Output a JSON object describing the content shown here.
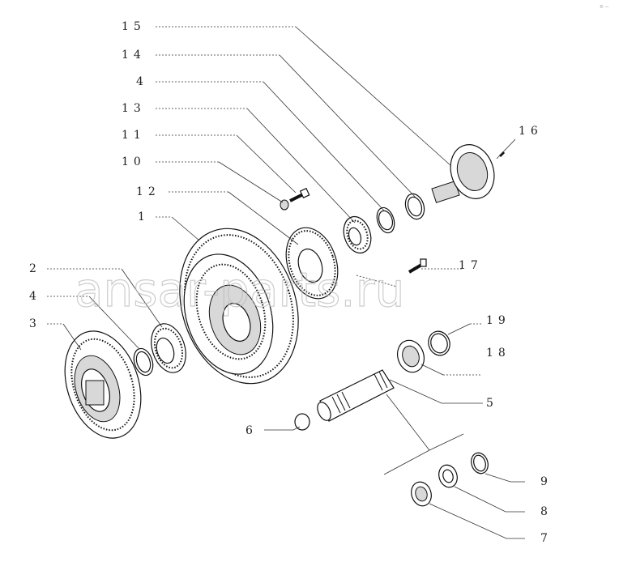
{
  "corner_mark": "© —",
  "watermark": "ansar-parts.ru",
  "callouts": [
    {
      "id": "c15",
      "text": "15"
    },
    {
      "id": "c14",
      "text": "14"
    },
    {
      "id": "c4a",
      "text": "4"
    },
    {
      "id": "c13",
      "text": "13"
    },
    {
      "id": "c11",
      "text": "11"
    },
    {
      "id": "c10",
      "text": "10"
    },
    {
      "id": "c12",
      "text": "12"
    },
    {
      "id": "c1",
      "text": "1"
    },
    {
      "id": "c2",
      "text": "2"
    },
    {
      "id": "c4b",
      "text": "4"
    },
    {
      "id": "c3",
      "text": "3"
    },
    {
      "id": "c16",
      "text": "16"
    },
    {
      "id": "c17",
      "text": "17"
    },
    {
      "id": "c19",
      "text": "19"
    },
    {
      "id": "c18",
      "text": "18"
    },
    {
      "id": "c5",
      "text": "5"
    },
    {
      "id": "c6",
      "text": "6"
    },
    {
      "id": "c9",
      "text": "9"
    },
    {
      "id": "c8",
      "text": "8"
    },
    {
      "id": "c7",
      "text": "7"
    }
  ]
}
